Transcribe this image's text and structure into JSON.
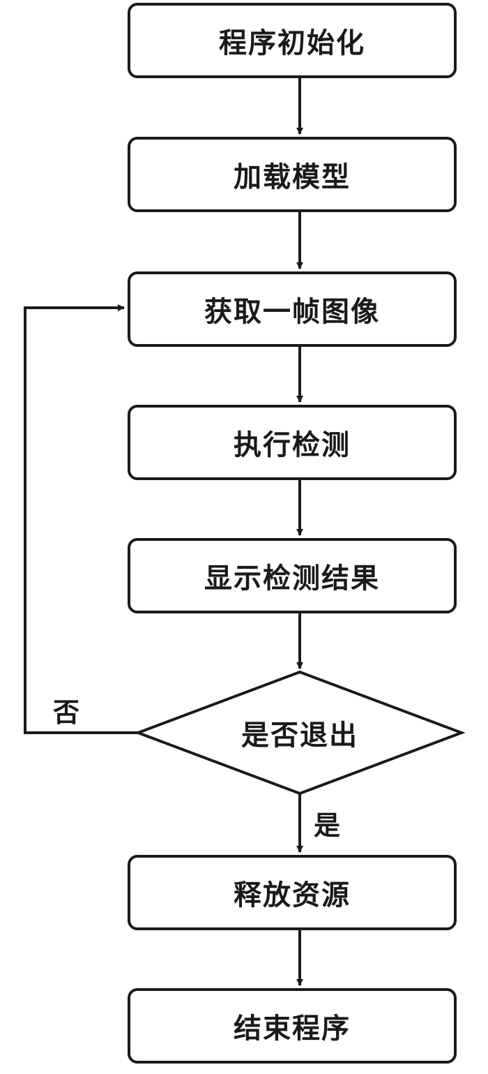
{
  "steps": {
    "init": "程序初始化",
    "load_model": "加载模型",
    "get_frame": "获取一帧图像",
    "detect": "执行检测",
    "show_result": "显示检测结果",
    "decision": "是否退出",
    "release": "释放资源",
    "end": "结束程序"
  },
  "edges": {
    "no": "否",
    "yes": "是"
  },
  "colors": {
    "stroke": "#1a1a1a",
    "background": "#ffffff"
  }
}
